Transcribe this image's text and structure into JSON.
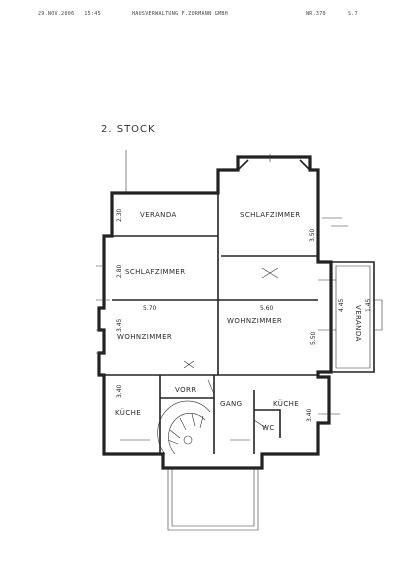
{
  "fax_header": {
    "date": "29.NOV.2006",
    "time": "15:45",
    "sender": "HAUSVERWALTUNG F.ZORMANN GMBH",
    "number": "NR.370",
    "page": "S.7"
  },
  "floor_title": "2. STOCK",
  "rooms": [
    {
      "id": "veranda-top",
      "label": "VERANDA"
    },
    {
      "id": "schlafzimmer-right",
      "label": "SCHLAFZIMMER"
    },
    {
      "id": "schlafzimmer-left",
      "label": "SCHLAFZIMMER"
    },
    {
      "id": "wohnzimmer-left",
      "label": "WOHNZIMMER"
    },
    {
      "id": "wohnzimmer-right",
      "label": "WOHNZIMMER"
    },
    {
      "id": "veranda-right",
      "label": "VERANDA"
    },
    {
      "id": "vorr",
      "label": "VORR"
    },
    {
      "id": "gang",
      "label": "GANG"
    },
    {
      "id": "kueche-left",
      "label": "KÜCHE"
    },
    {
      "id": "kueche-right",
      "label": "KÜCHE"
    },
    {
      "id": "wc",
      "label": "WC"
    }
  ],
  "dimensions": [
    {
      "id": "veranda-top-width",
      "label": "2.30"
    },
    {
      "id": "schlaf-right-width",
      "label": "3.50"
    },
    {
      "id": "schlaf-left-width",
      "label": "2.80"
    },
    {
      "id": "wohn-left-length",
      "label": "5.70"
    },
    {
      "id": "wohn-right-length",
      "label": "5.60"
    },
    {
      "id": "wohn-left-width",
      "label": "3.45"
    },
    {
      "id": "wohn-right-width",
      "label": "5.50"
    },
    {
      "id": "veranda-right-a",
      "label": "4.45"
    },
    {
      "id": "veranda-right-b",
      "label": "1.45"
    },
    {
      "id": "kueche-left-width",
      "label": "3.40"
    },
    {
      "id": "kueche-right-width",
      "label": "3.40"
    }
  ]
}
